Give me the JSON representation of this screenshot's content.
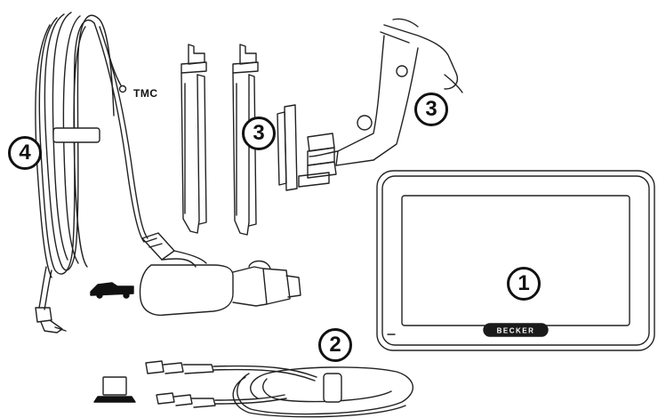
{
  "figure": {
    "callouts": {
      "device": "1",
      "usb_cable": "2",
      "holder_left": "3",
      "holder_right": "3",
      "charger_cable": "4"
    },
    "labels": {
      "tmc": "TMC",
      "brand": "BECKER"
    },
    "icons": [
      "car-icon",
      "laptop-icon"
    ]
  }
}
